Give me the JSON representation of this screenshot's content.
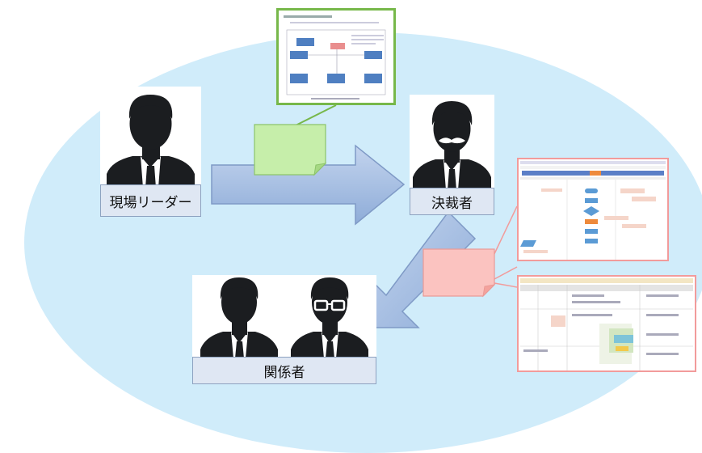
{
  "people": {
    "leader_label": "現場リーダー",
    "approver_label": "決裁者",
    "stakeholders_label": "関係者"
  },
  "colors": {
    "ellipse": "#d0ecfa",
    "arrow_fill": "#a7c0e4",
    "note_green": "#c6eeaa",
    "note_red": "#fbc3c0",
    "frame_green": "#77b84a",
    "frame_red": "#f29b9b"
  },
  "icons": [
    "person-icon",
    "person-mustache-icon",
    "person-glasses-icon",
    "document-thumbnail-icon",
    "sticky-note-icon"
  ]
}
